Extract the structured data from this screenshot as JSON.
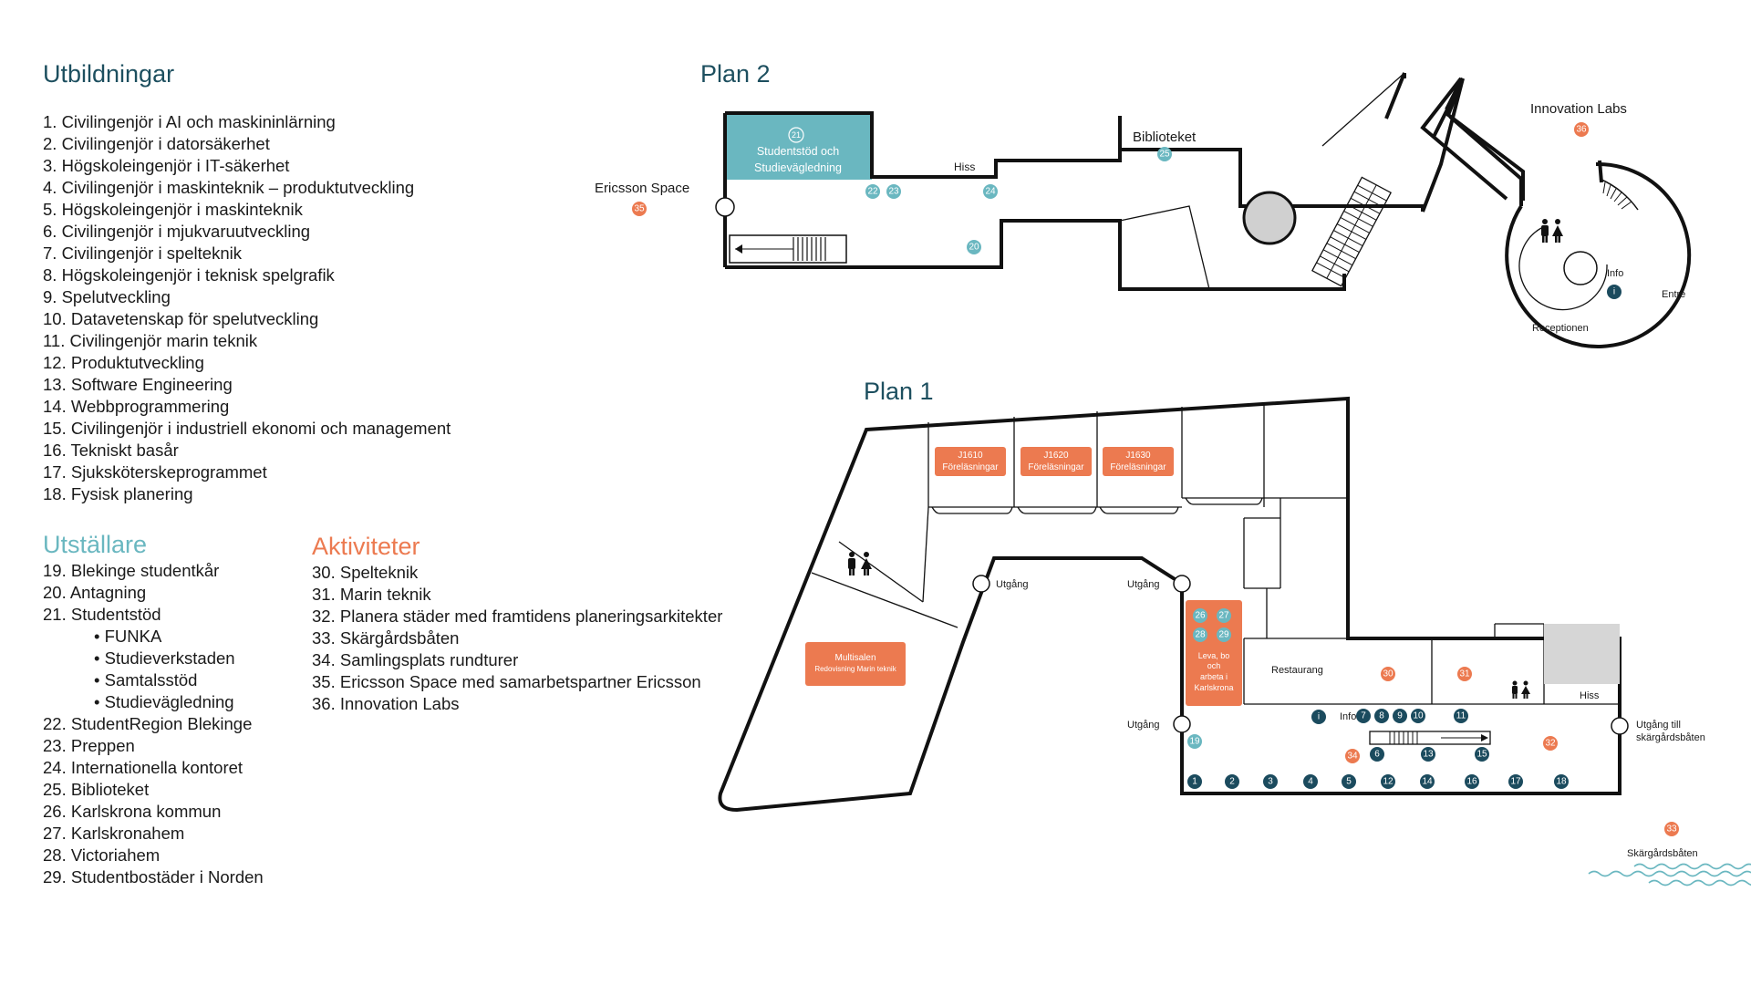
{
  "utbildningar": {
    "title": "Utbildningar",
    "items": [
      "1. Civilingenjör i AI och maskininlärning",
      "2. Civilingenjör i datorsäkerhet",
      "3. Högskoleingenjör i IT-säkerhet",
      "4. Civilingenjör i maskinteknik – produktutveckling",
      "5. Högskoleingenjör i maskinteknik",
      "6. Civilingenjör i mjukvaruutveckling",
      "7. Civilingenjör i spelteknik",
      "8. Högskoleingenjör i teknisk spelgrafik",
      "9. Spelutveckling",
      "10. Datavetenskap för spelutveckling",
      "11. Civilingenjör  marin teknik",
      "12. Produktutveckling",
      "13. Software Engineering",
      "14. Webbprogrammering",
      "15. Civilingenjör i industriell ekonomi och management",
      "16. Tekniskt basår",
      "17. Sjuksköterskeprogrammet",
      "18. Fysisk planering"
    ]
  },
  "utstallare": {
    "title": "Utställare",
    "items": [
      {
        "text": "19. Blekinge studentkår",
        "level": 0
      },
      {
        "text": "20. Antagning",
        "level": 0
      },
      {
        "text": "21.  Studentstöd",
        "level": 0
      },
      {
        "text": "• FUNKA",
        "level": 1
      },
      {
        "text": "• Studieverkstaden",
        "level": 1
      },
      {
        "text": "• Samtalsstöd",
        "level": 1
      },
      {
        "text": "• Studievägledning",
        "level": 1
      },
      {
        "text": "22. StudentRegion Blekinge",
        "level": 0
      },
      {
        "text": "23. Preppen",
        "level": 0
      },
      {
        "text": "24. Internationella kontoret",
        "level": 0
      },
      {
        "text": "25. Biblioteket",
        "level": 0
      },
      {
        "text": "26. Karlskrona kommun",
        "level": 0
      },
      {
        "text": "27. Karlskronahem",
        "level": 0
      },
      {
        "text": "28. Victoriahem",
        "level": 0
      },
      {
        "text": "29. Studentbostäder i Norden",
        "level": 0
      }
    ]
  },
  "aktiviteter": {
    "title": "Aktiviteter",
    "items": [
      "30. Spelteknik",
      "31. Marin teknik",
      "32. Planera städer med framtidens planeringsarkitekter",
      "33. Skärgårdsbåten",
      "34. Samlingsplats rundturer",
      "35. Ericsson Space med samarbetspartner Ericsson",
      "36. Innovation Labs"
    ]
  },
  "colors": {
    "dark_teal": "#1d4f5f",
    "teal": "#6ab7c0",
    "orange": "#ec7a50",
    "navy": "#1b4b5e",
    "wall": "#111111",
    "grey_room": "#d6d6d6"
  },
  "plan2": {
    "title": "Plan 2",
    "studentstod_num": "21",
    "studentstod_label_1": "Studentstöd och",
    "studentstod_label_2": "Studievägledning",
    "hiss": "Hiss",
    "biblioteket": "Biblioteket",
    "ericsson_space": "Ericsson Space",
    "innovation_labs": "Innovation Labs",
    "info": "Info",
    "entre": "Entré",
    "receptionen": "Receptionen",
    "markers": {
      "m20": "20",
      "m22": "22",
      "m23": "23",
      "m24": "24",
      "m25": "25",
      "m35": "35",
      "m36": "36"
    }
  },
  "plan1": {
    "title": "Plan 1",
    "rooms": [
      {
        "code": "J1610",
        "label": "Föreläsningar"
      },
      {
        "code": "J1620",
        "label": "Föreläsningar"
      },
      {
        "code": "J1630",
        "label": "Föreläsningar"
      }
    ],
    "multisalen_1": "Multisalen",
    "multisalen_2": "Redovisning Marin teknik",
    "leva_lines": [
      "Leva, bo",
      "och",
      "arbeta i",
      "Karlskrona"
    ],
    "restaurang": "Restaurang",
    "hiss": "Hiss",
    "info": "Info",
    "utgang_1": "Utgång",
    "utgang_2": "Utgång",
    "utgang_3": "Utgång",
    "utgang_till_1": "Utgång till",
    "utgang_till_2": "skärgårdsbåten",
    "skargardsbaten": "Skärgårdsbåten",
    "markers": {
      "m1": "1",
      "m2": "2",
      "m3": "3",
      "m4": "4",
      "m5": "5",
      "m6": "6",
      "m7": "7",
      "m8": "8",
      "m9": "9",
      "m10": "10",
      "m11": "11",
      "m12": "12",
      "m13": "13",
      "m14": "14",
      "m15": "15",
      "m16": "16",
      "m17": "17",
      "m18": "18",
      "m19": "19",
      "m26": "26",
      "m27": "27",
      "m28": "28",
      "m29": "29",
      "m30": "30",
      "m31": "31",
      "m32": "32",
      "m33": "33",
      "m34": "34"
    }
  }
}
